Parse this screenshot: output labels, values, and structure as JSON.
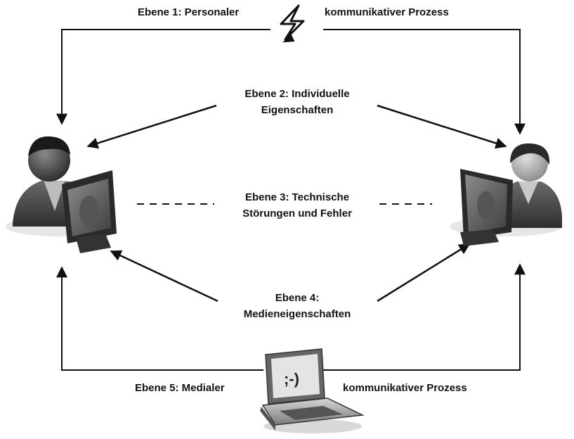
{
  "labels": {
    "level1_left": "Ebene 1: Personaler",
    "level1_right": "kommunikativer Prozess",
    "level2_line1": "Ebene 2: Individuelle",
    "level2_line2": "Eigenschaften",
    "level3_line1": "Ebene 3: Technische",
    "level3_line2": "Störungen und Fehler",
    "level4_line1": "Ebene 4:",
    "level4_line2": "Medieneigenschaften",
    "level5_left": "Ebene 5: Medialer",
    "level5_right": "kommunikativer Prozess",
    "laptop_screen_text": ";-)"
  },
  "icons": {
    "left_person": "user-at-computer-icon",
    "right_person": "user-at-computer-icon",
    "lightning": "lightning-bolt-icon",
    "laptop": "laptop-icon"
  },
  "colors": {
    "line": "#111111",
    "figure_dark": "#3a3a3a",
    "figure_light": "#9a9a9a"
  }
}
